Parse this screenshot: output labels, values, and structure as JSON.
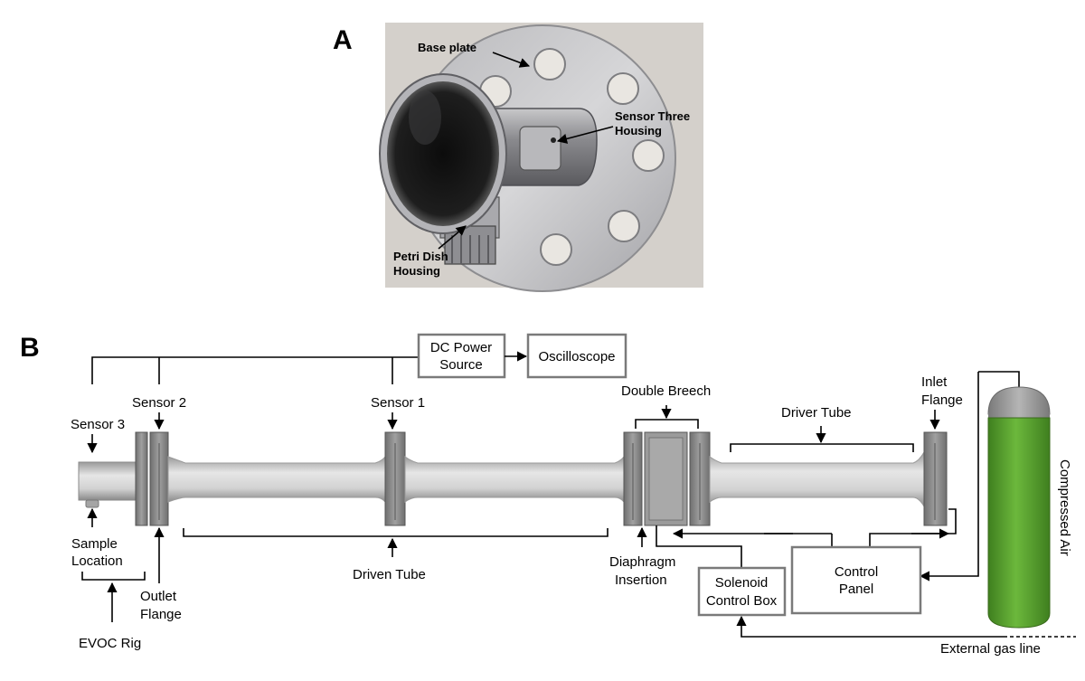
{
  "panel_a": {
    "letter": "A",
    "labels": {
      "base_plate": "Base plate",
      "sensor_three_housing_line1": "Sensor Three",
      "sensor_three_housing_line2": "Housing",
      "petri_dish_housing_line1": "Petri Dish",
      "petri_dish_housing_line2": "Housing"
    }
  },
  "panel_b": {
    "letter": "B",
    "boxes": {
      "dc_power_line1": "DC Power",
      "dc_power_line2": "Source",
      "oscilloscope": "Oscilloscope",
      "solenoid_line1": "Solenoid",
      "solenoid_line2": "Control Box",
      "control_panel_line1": "Control",
      "control_panel_line2": "Panel"
    },
    "labels": {
      "sensor3": "Sensor 3",
      "sensor2": "Sensor 2",
      "sensor1": "Sensor 1",
      "double_breech": "Double Breech",
      "driver_tube": "Driver Tube",
      "inlet_flange_line1": "Inlet",
      "inlet_flange_line2": "Flange",
      "sample_location_line1": "Sample",
      "sample_location_line2": "Location",
      "outlet_flange_line1": "Outlet",
      "outlet_flange_line2": "Flange",
      "evoc_rig": "EVOC Rig",
      "driven_tube": "Driven Tube",
      "diaphragm_line1": "Diaphragm",
      "diaphragm_line2": "Insertion",
      "compressed_air": "Compressed Air",
      "external_gas_line": "External gas line"
    },
    "colors": {
      "tube": "#cfcfcf",
      "flange": "#8c8c8c",
      "cylinder_green": "#5a9e32",
      "cylinder_cap": "#9a9a9a",
      "box_border": "#7a7a7a"
    }
  }
}
